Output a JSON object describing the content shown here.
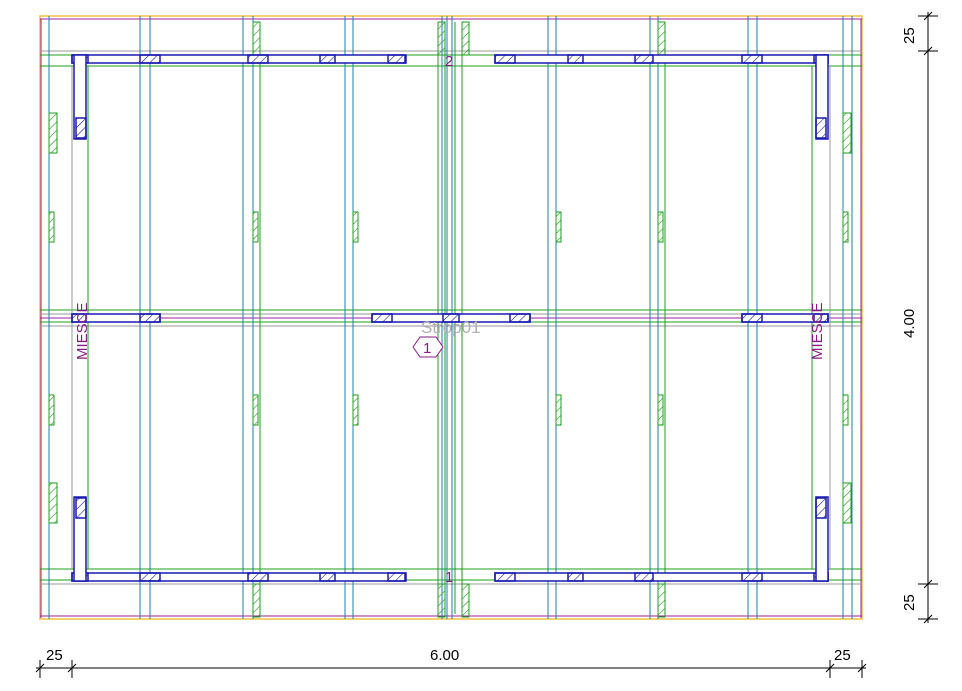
{
  "drawing": {
    "slab_label": "Strop01",
    "room_label": "MIESCE",
    "axis_top": "2",
    "axis_bottom": "1",
    "section_marker": "1"
  },
  "dimensions": {
    "right": [
      "25",
      "4.00",
      "25"
    ],
    "bottom": [
      "25",
      "6.00",
      "25"
    ]
  },
  "colors": {
    "outline": "#f0c040",
    "purple": "#a020a0",
    "blue_grid": "#1a7fb0",
    "green": "#19a019",
    "beam": "#1a1ab0",
    "gray": "#999999"
  }
}
